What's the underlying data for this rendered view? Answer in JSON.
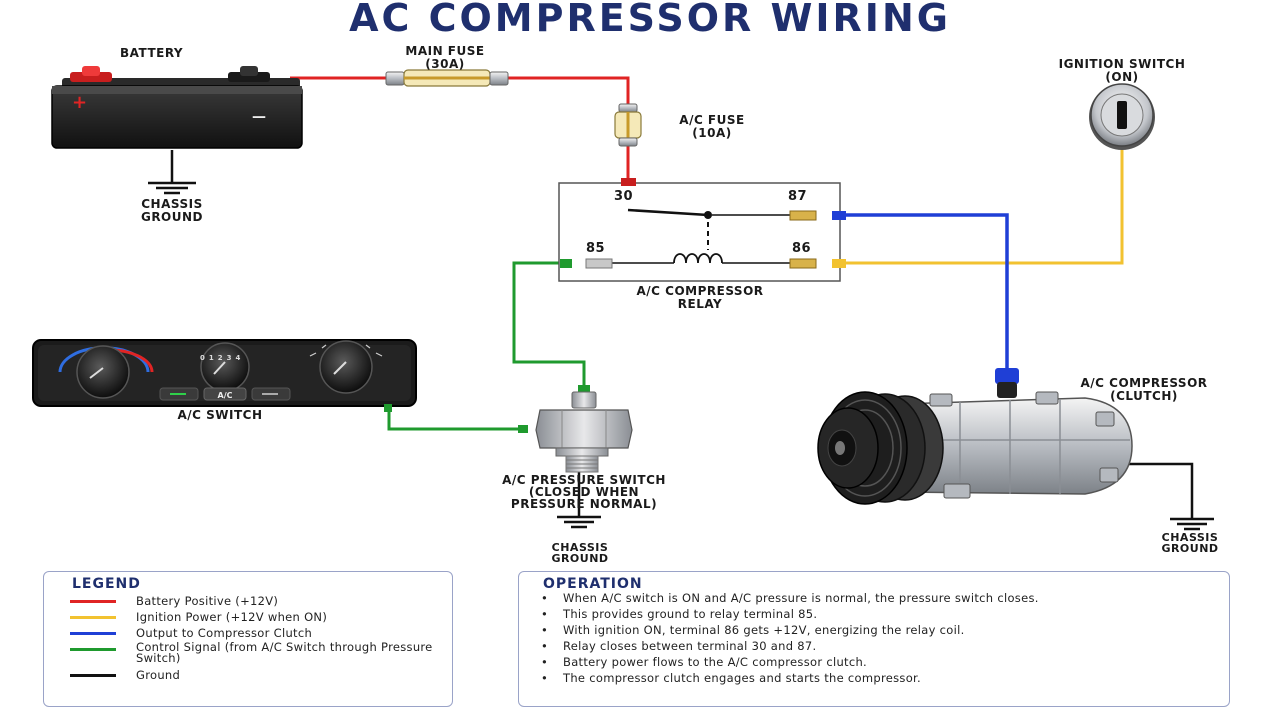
{
  "title": "AC COMPRESSOR WIRING",
  "labels": {
    "battery": "BATTERY",
    "main_fuse": [
      "MAIN FUSE",
      "(30A)"
    ],
    "ac_fuse": [
      "A/C FUSE",
      "(10A)"
    ],
    "ignition_switch": [
      "IGNITION SWITCH",
      "(ON)"
    ],
    "chassis_ground_1": [
      "CHASSIS",
      "GROUND"
    ],
    "relay": [
      "A/C COMPRESSOR",
      "RELAY"
    ],
    "ac_switch": "A/C SWITCH",
    "compressor": [
      "A/C COMPRESSOR",
      "(CLUTCH)"
    ],
    "pressure_switch": [
      "A/C PRESSURE SWITCH",
      "(CLOSED WHEN",
      "PRESSURE NORMAL)"
    ],
    "chassis_ground_2": [
      "CHASSIS",
      "GROUND"
    ],
    "chassis_ground_3": [
      "CHASSIS",
      "GROUND"
    ],
    "panel_button": "A/C",
    "battery_plus": "+",
    "battery_minus": "—"
  },
  "terminals": {
    "t30": "30",
    "t87": "87",
    "t85": "85",
    "t86": "86"
  },
  "dial_numbers": [
    "0",
    "1",
    "2",
    "3",
    "4"
  ],
  "colors": {
    "battery_positive": "#e02424",
    "ignition_power": "#f2c230",
    "output": "#1f3fd6",
    "control": "#1f9a2e",
    "ground": "#111111"
  },
  "legend": {
    "title": "LEGEND",
    "items": [
      {
        "label": "Battery Positive (+12V)",
        "color": "#e02424"
      },
      {
        "label": "Ignition Power (+12V when ON)",
        "color": "#f2c230"
      },
      {
        "label": "Output to Compressor Clutch",
        "color": "#1f3fd6"
      },
      {
        "label": "Control Signal (from A/C Switch through Pressure Switch)",
        "color": "#1f9a2e"
      },
      {
        "label": "Ground",
        "color": "#111111"
      }
    ]
  },
  "operation": {
    "title": "OPERATION",
    "items": [
      "When A/C switch is ON and A/C pressure is normal, the pressure switch closes.",
      "This provides ground to relay terminal 85.",
      "With ignition ON, terminal 86 gets +12V, energizing the relay coil.",
      "Relay closes between terminal 30 and 87.",
      "Battery power flows to the A/C compressor clutch.",
      "The compressor clutch engages and starts the compressor."
    ]
  }
}
